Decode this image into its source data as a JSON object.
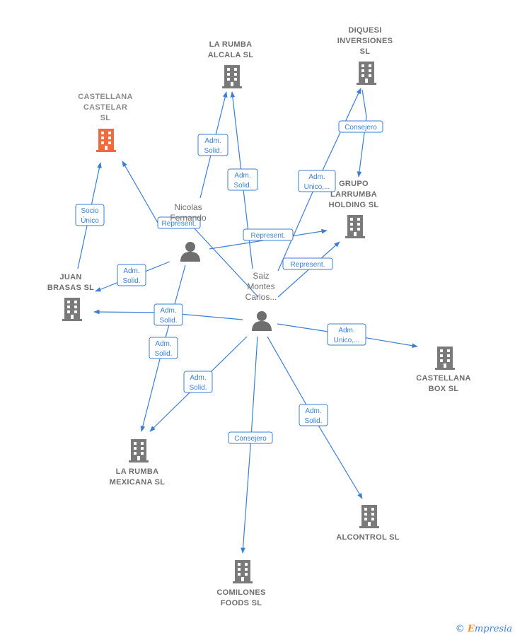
{
  "nodes": {
    "castellana_castelar": {
      "lines": [
        "CASTELLANA",
        "CASTELAR",
        "SL"
      ],
      "kind": "company",
      "highlight": true
    },
    "la_rumba_alcala": {
      "lines": [
        "LA RUMBA",
        "ALCALA  SL"
      ],
      "kind": "company"
    },
    "diquesi": {
      "lines": [
        "DIQUESI",
        "INVERSIONES",
        "SL"
      ],
      "kind": "company"
    },
    "grupo_larrumba": {
      "lines": [
        "GRUPO",
        "LARRUMBA",
        "HOLDING  SL"
      ],
      "kind": "company"
    },
    "juan_brasas": {
      "lines": [
        "JUAN",
        "BRASAS  SL"
      ],
      "kind": "company"
    },
    "castellana_box": {
      "lines": [
        "CASTELLANA",
        "BOX  SL"
      ],
      "kind": "company"
    },
    "la_rumba_mexicana": {
      "lines": [
        "LA RUMBA",
        "MEXICANA  SL"
      ],
      "kind": "company"
    },
    "alcontrol": {
      "lines": [
        "ALCONTROL SL"
      ],
      "kind": "company"
    },
    "comilones": {
      "lines": [
        "COMILONES",
        "FOODS  SL"
      ],
      "kind": "company"
    },
    "nicolas": {
      "lines": [
        "Nicolas",
        "Fernando"
      ],
      "kind": "person"
    },
    "saiz": {
      "lines": [
        "Saiz",
        "Montes",
        "Carlos..."
      ],
      "kind": "person"
    }
  },
  "edges": [
    {
      "lines": [
        "Socio",
        "Único"
      ]
    },
    {
      "lines": [
        "Adm.",
        "Solid."
      ]
    },
    {
      "lines": [
        "Adm.",
        "Solid."
      ]
    },
    {
      "lines": [
        "Consejero"
      ]
    },
    {
      "lines": [
        "Adm.",
        "Unico,..."
      ]
    },
    {
      "lines": [
        "Represent."
      ]
    },
    {
      "lines": [
        "Represent."
      ]
    },
    {
      "lines": [
        "Represent."
      ]
    },
    {
      "lines": [
        "Adm.",
        "Solid."
      ]
    },
    {
      "lines": [
        "Adm.",
        "Solid."
      ]
    },
    {
      "lines": [
        "Adm.",
        "Solid."
      ]
    },
    {
      "lines": [
        "Adm.",
        "Unico,..."
      ]
    },
    {
      "lines": [
        "Adm.",
        "Solid."
      ]
    },
    {
      "lines": [
        "Adm.",
        "Solid."
      ]
    },
    {
      "lines": [
        "Consejero"
      ]
    },
    {
      "lines": []
    }
  ],
  "colors": {
    "edge": "#3a7fd5",
    "company_icon": "#7a7a7a",
    "highlight_icon": "#f26a3c",
    "person_icon": "#6e6e6e"
  },
  "brand": {
    "symbol": "©",
    "initial": "E",
    "rest": "mpresia"
  }
}
